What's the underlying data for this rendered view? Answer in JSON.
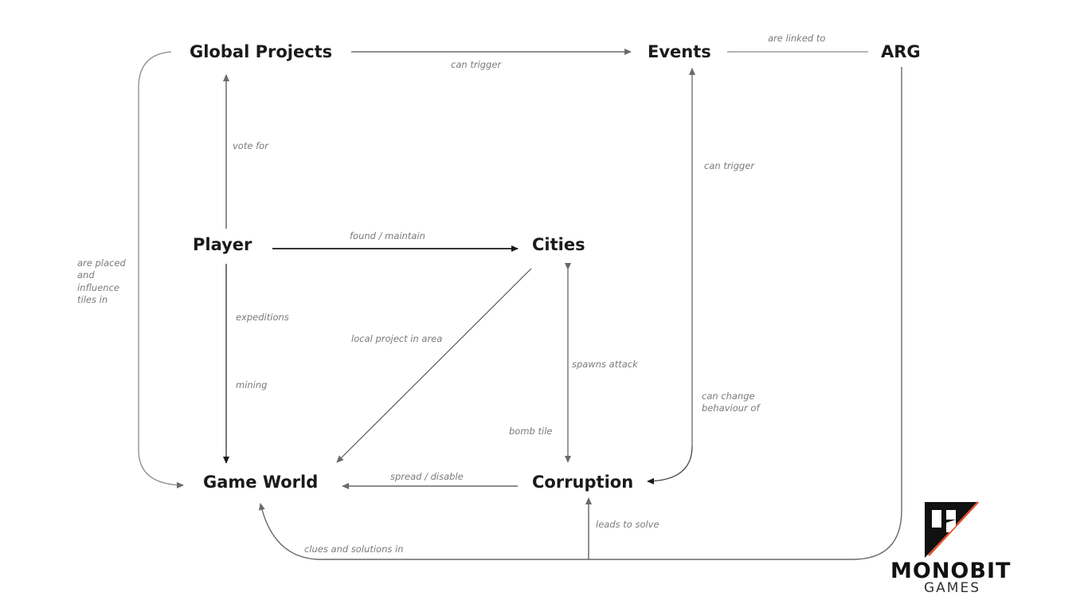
{
  "nodes": {
    "global_projects": "Global Projects",
    "events": "Events",
    "arg": "ARG",
    "player": "Player",
    "cities": "Cities",
    "game_world": "Game World",
    "corruption": "Corruption"
  },
  "edge_labels": {
    "gp_events": "can trigger",
    "events_arg": "are linked to",
    "player_gp": "vote for",
    "cities_events": "can trigger",
    "player_cities": "found / maintain",
    "gp_gameworld": "are placed\nand\ninfluence\ntiles in",
    "player_expeditions": "expeditions",
    "player_mining": "mining",
    "cities_gameworld": "local project in area",
    "cities_spawns": "spawns attack",
    "corruption_bomb": "bomb tile",
    "events_corruption": "can change\nbehaviour of",
    "corruption_gameworld": "spread / disable",
    "arg_corruption": "leads to solve",
    "arg_gameworld": "clues and solutions in"
  },
  "logo": {
    "word": "MONOBIT",
    "sub": "GAMES",
    "accent_color": "#e0502a"
  },
  "colors": {
    "node_text": "#1a1a1a",
    "edge": "#1a1a1a",
    "edge_light": "#8a8a8a",
    "label_text": "#7a7a7a"
  }
}
